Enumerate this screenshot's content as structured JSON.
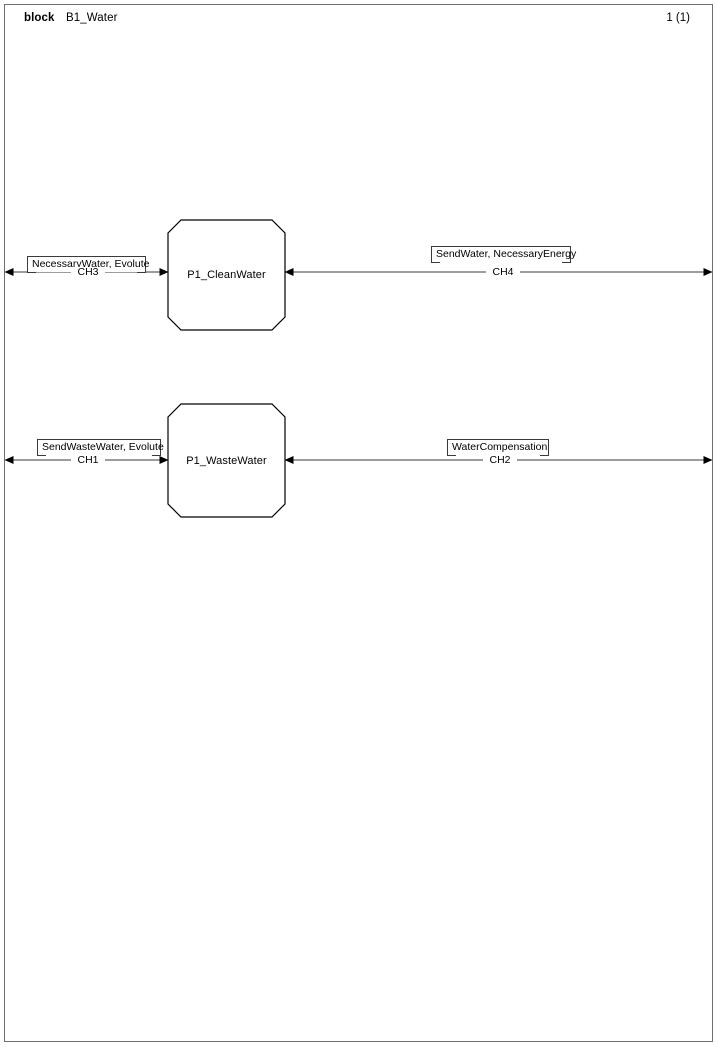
{
  "header": {
    "kind": "block",
    "name": "B1_Water",
    "page_indicator": "1 (1)"
  },
  "diagram": {
    "type": "sdl-block-diagram",
    "blocks": [
      {
        "id": "p1-cleanwater",
        "label": "P1_CleanWater"
      },
      {
        "id": "p1-wastewater",
        "label": "P1_WasteWater"
      }
    ],
    "channels": [
      {
        "id": "ch3",
        "name": "CH3",
        "signals": "NecessaryWater, Evolute",
        "side": "left",
        "block": "P1_CleanWater"
      },
      {
        "id": "ch4",
        "name": "CH4",
        "signals": "SendWater, NecessaryEnergy",
        "side": "right",
        "block": "P1_CleanWater"
      },
      {
        "id": "ch1",
        "name": "CH1",
        "signals": "SendWasteWater, Evolute",
        "side": "left",
        "block": "P1_WasteWater"
      },
      {
        "id": "ch2",
        "name": "CH2",
        "signals": "WaterCompensation",
        "side": "right",
        "block": "P1_WasteWater"
      }
    ]
  },
  "colors": {
    "line": "#3a3a3a",
    "block_border": "#000000",
    "page_frame": "#6f6f6f",
    "background": "#ffffff"
  }
}
